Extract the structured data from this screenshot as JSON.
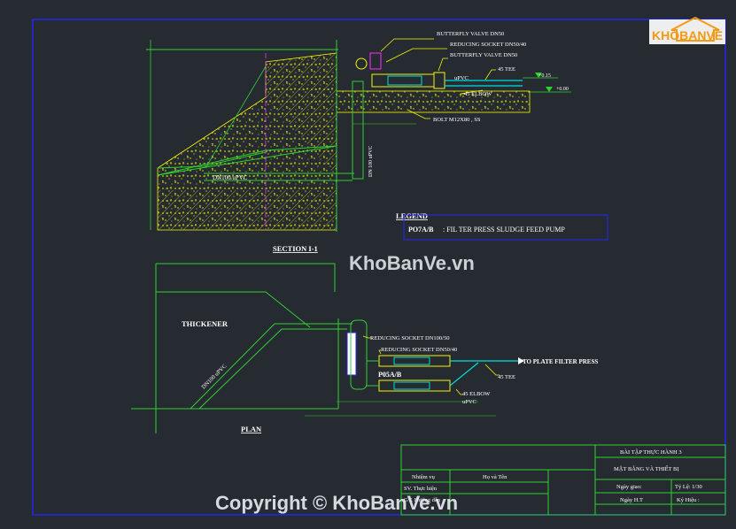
{
  "colors": {
    "background": "#262b31",
    "frame": "#2525ff",
    "green": "#2fd12f",
    "yellow": "#f4f40a",
    "cyan": "#00dede",
    "magenta": "#ff2bff",
    "white": "#ffffff",
    "watermark": "#e9eef2",
    "logo_orange": "#f39a12"
  },
  "logo": {
    "text": "KHOBANVE",
    "icon": "house-logo-icon"
  },
  "section": {
    "labels": {
      "butterfly_valve_1": "BUTTERFLY VALVE DN50",
      "reducing_socket": "REDUCING SOCKET DN50/40",
      "butterfly_valve_2": "BUTTERFLY VALVE DN50",
      "tee": "45 TEE",
      "upvc": "uPVC",
      "elbow": "45 ELBOW",
      "bolt": "BOLT M12X80 , SS",
      "level_1": "+0.15",
      "level_2": "+0.00",
      "pipe_vertical": "DN 100 uPVC",
      "pipe_diagonal": "DN100 uPVC"
    },
    "title": "SECTION I-1"
  },
  "legend": {
    "title": "LEGEND",
    "code": "PO7A/B",
    "description": ": FIL TER PRESS SLUDGE FEED PUMP"
  },
  "plan": {
    "title": "PLAN",
    "thickener_label": "THICKENER",
    "pipe_label": "DN100 uPVC",
    "labels": {
      "reducing_socket_100": "REDUCING SOCKET DN100/50",
      "reducing_socket_50": "REDUCING SOCKET DN50/40",
      "to_filter": "TO PLATE FILTER PRESS",
      "tee": "45 TEE",
      "pump": "P05A/B",
      "elbow": "45 ELBOW",
      "upvc": "uPVC"
    }
  },
  "title_block": {
    "project": "BÀI TẬP THỰC HÀNH 3",
    "drawing": "MẶT BẰNG VÀ THIẾT BỊ",
    "col_task": "Nhiệm vụ",
    "col_name": "Họ và Tên",
    "row_student": "SV. Thực hiện",
    "row_teacher": "GV. Hướng dẫn",
    "date_given": "Ngày giao:",
    "scale": "Tỷ Lệ: 1/30",
    "date_done": "Ngày H.T",
    "symbol": "Ký Hiệu :"
  },
  "watermark": {
    "center": "KhoBanVe.vn",
    "bottom": "Copyright © KhoBanVe.vn"
  }
}
